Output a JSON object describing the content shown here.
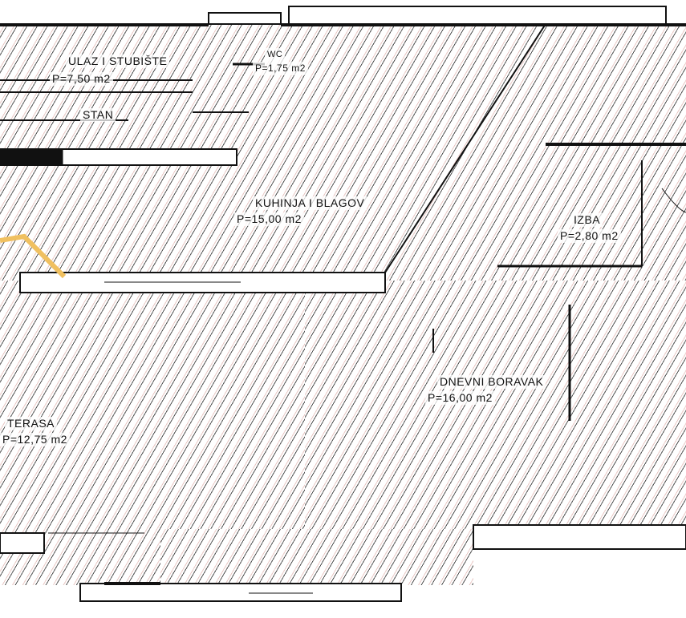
{
  "rooms": [
    {
      "name": "ULAZ I STUBIŠTE",
      "area": "P=7,50 m2"
    },
    {
      "name": "WC",
      "area": "P=1,75 m2"
    },
    {
      "name": "STAN",
      "area": ""
    },
    {
      "name": "KUHINJA I BLAGOV",
      "area": "P=15,00 m2"
    },
    {
      "name": "IZBA",
      "area": "P=2,80 m2"
    },
    {
      "name": "DNEVNI BORAVAK",
      "area": "P=16,00 m2"
    },
    {
      "name": "TERASA",
      "area": "P=12,75 m2"
    }
  ],
  "colors": {
    "wall": "#111111",
    "hatch": "#e9c9c6",
    "accent": "#f0c060"
  }
}
